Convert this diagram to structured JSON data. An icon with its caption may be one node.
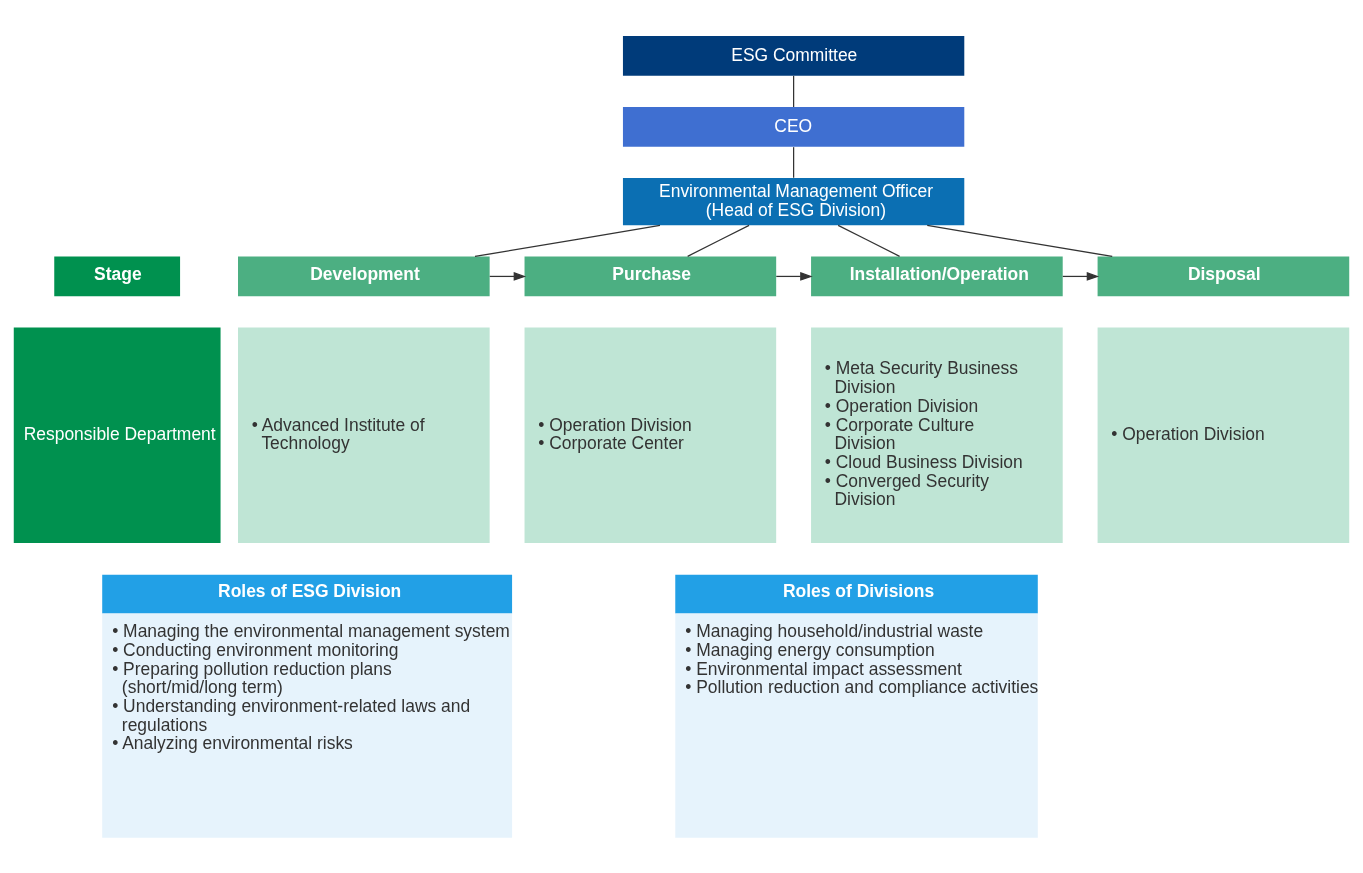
{
  "diagram": {
    "nodes": [
      {
        "text": [
          "ESG Committee"
        ]
      },
      {
        "text": [
          "CEO"
        ]
      },
      {
        "text": [
          "Environmental Management Officer (Head of ESG Division)"
        ]
      },
      {
        "text": [
          "Stage"
        ]
      },
      {
        "text": [
          "Development"
        ]
      },
      {
        "text": [
          "Purchase"
        ]
      },
      {
        "text": [
          "Installation/Operation"
        ]
      },
      {
        "text": [
          "Disposal"
        ]
      },
      {
        "text": [
          "Responsible Department"
        ]
      },
      {
        "text": [
          "• Advanced Institute of Technology"
        ]
      },
      {
        "text": [
          "• Operation Division",
          "• Corporate Center"
        ]
      },
      {
        "text": [
          "• Meta Security Business Division",
          "• Operation Division",
          "• Corporate Culture Division",
          "• Cloud Business Division",
          "• Converged Security Division"
        ]
      },
      {
        "text": [
          "• Operation Division"
        ]
      },
      {
        "text": [
          "Roles of ESG Division",
          "• Managing the environmental management system",
          "• Conducting environment monitoring",
          "• Preparing pollution reduction plans (short/mid/long term)",
          "• Understanding environment-related laws and regulations",
          "• Analyzing environmental risks"
        ]
      },
      {
        "text": [
          "Roles of Divisions",
          "• Managing household/industrial waste",
          "• Managing energy consumption",
          "• Environmental impact assessment",
          "• Pollution reduction and compliance activities"
        ]
      }
    ],
    "edges": [
      {
        "from": 0,
        "to": 1,
        "arrow": "none"
      },
      {
        "from": 1,
        "to": 2,
        "arrow": "none"
      },
      {
        "from": 2,
        "to": 4,
        "arrow": "none"
      },
      {
        "from": 2,
        "to": 5,
        "arrow": "none"
      },
      {
        "from": 2,
        "to": 6,
        "arrow": "none"
      },
      {
        "from": 2,
        "to": 7,
        "arrow": "none"
      },
      {
        "from": 4,
        "to": 5,
        "arrow": "to"
      },
      {
        "from": 5,
        "to": 6,
        "arrow": "to"
      },
      {
        "from": 6,
        "to": 7,
        "arrow": "to"
      }
    ]
  }
}
